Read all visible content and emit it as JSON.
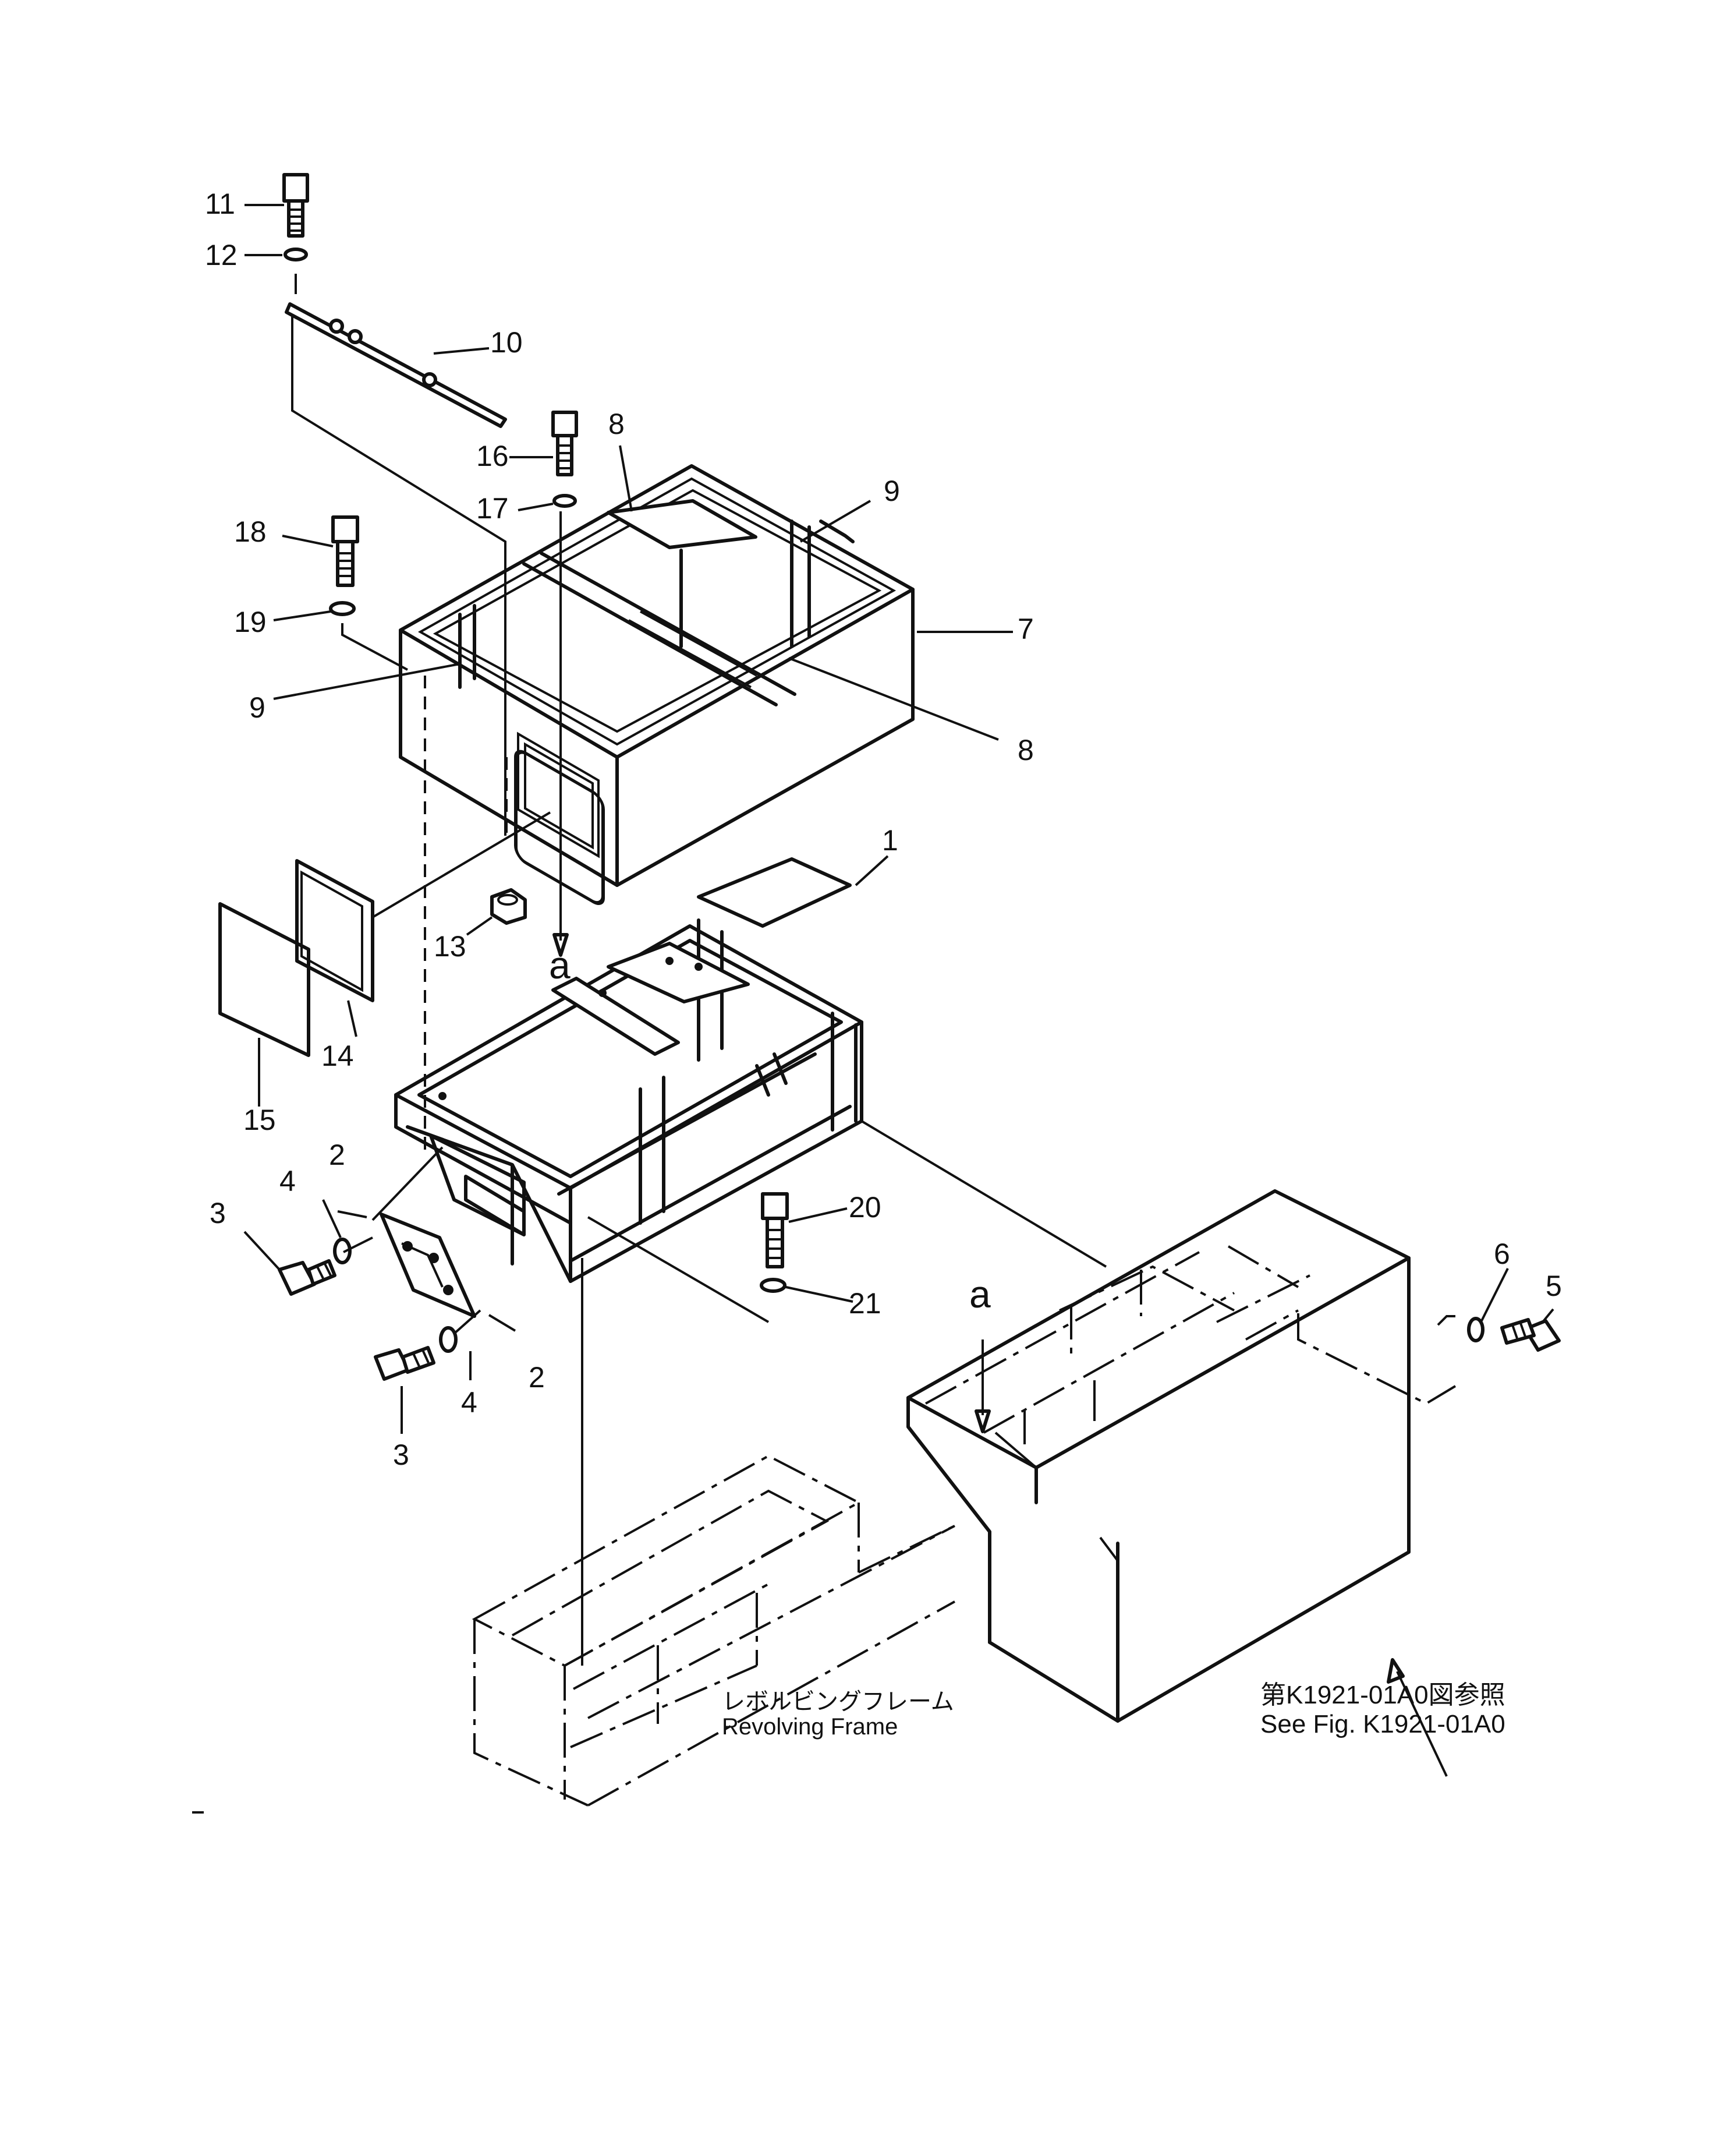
{
  "callouts": {
    "c1": "1",
    "c2a": "2",
    "c2b": "2",
    "c3a": "3",
    "c3b": "3",
    "c4a": "4",
    "c4b": "4",
    "c5": "5",
    "c6": "6",
    "c7": "7",
    "c8a": "8",
    "c8b": "8",
    "c9a": "9",
    "c9b": "9",
    "c10": "10",
    "c11": "11",
    "c12": "12",
    "c13": "13",
    "c14": "14",
    "c15": "15",
    "c16": "16",
    "c17": "17",
    "c18": "18",
    "c19": "19",
    "c20": "20",
    "c21": "21"
  },
  "ref_letters": {
    "a1": "a",
    "a2": "a"
  },
  "labels": {
    "revolving_frame_jp": "レボルビングフレーム",
    "revolving_frame_en": "Revolving  Frame",
    "see_fig_jp": "第K1921-01A0図参照",
    "see_fig_en": "See  Fig.  K1921-01A0"
  }
}
